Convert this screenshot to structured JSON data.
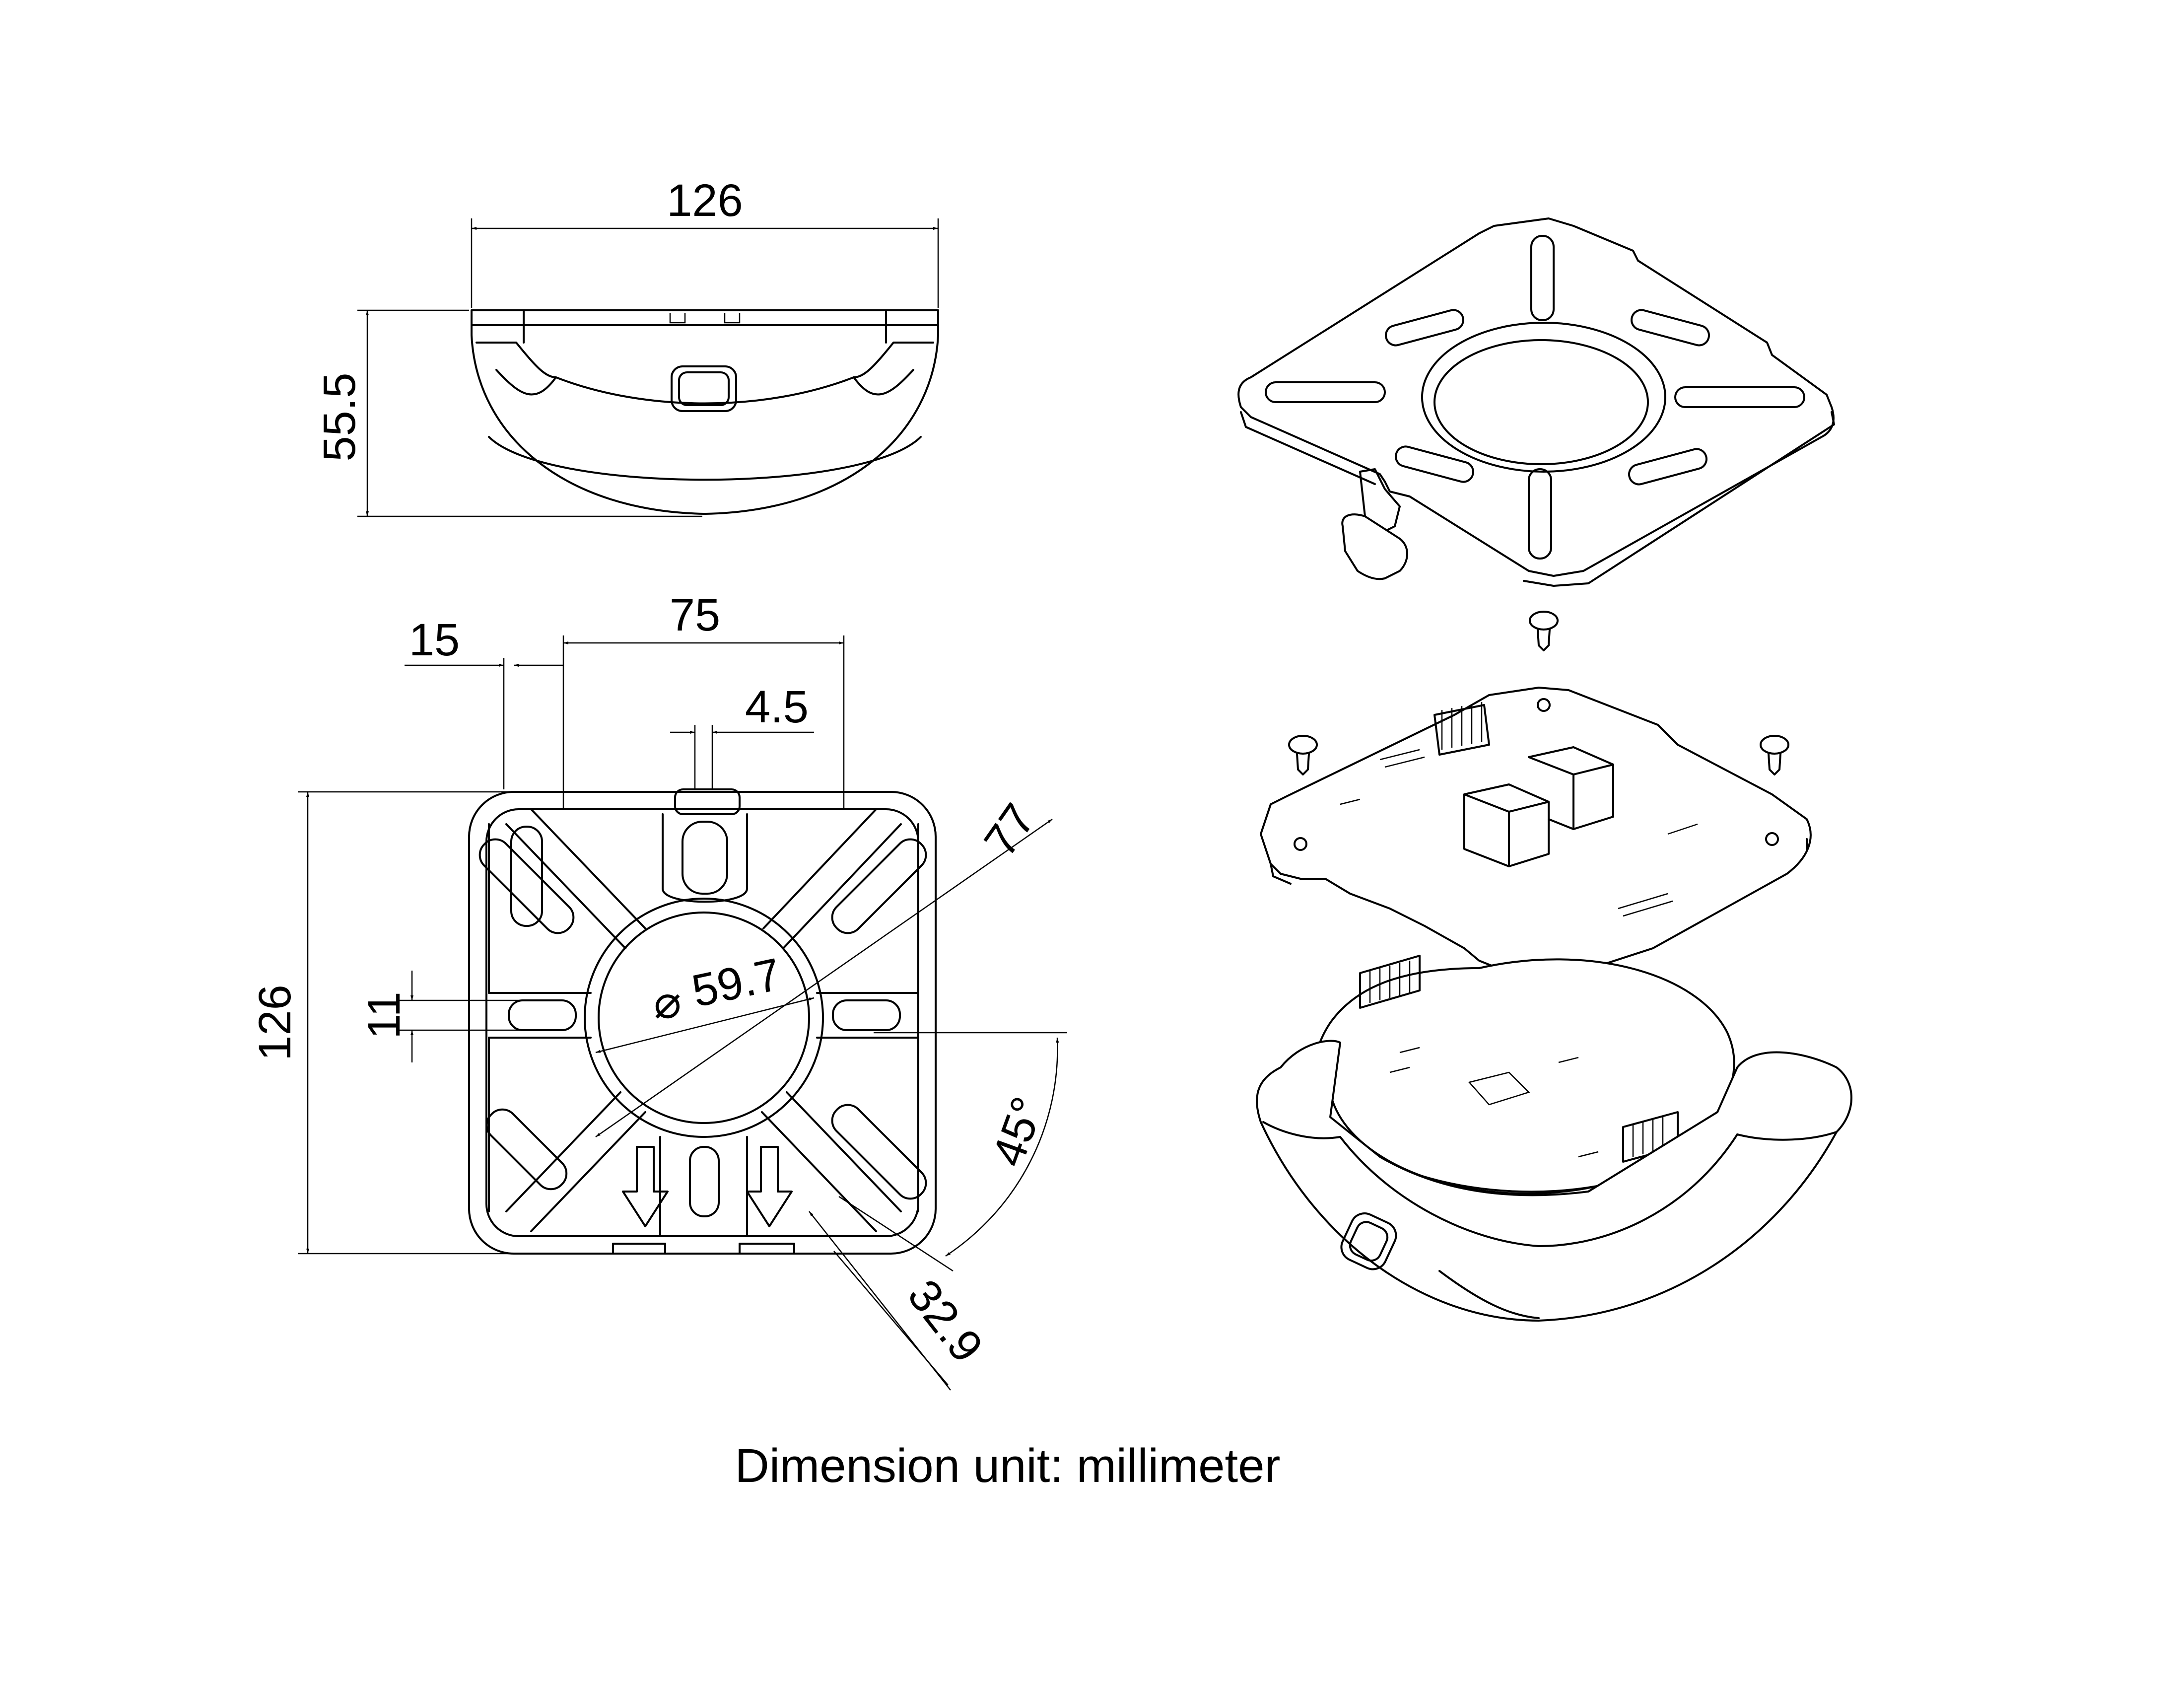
{
  "drawing": {
    "front_view": {
      "width_dim": "126",
      "height_dim": "55.5"
    },
    "bottom_view": {
      "dim_15": "15",
      "dim_75": "75",
      "dim_4_5": "4.5",
      "dim_77": "77",
      "dim_diameter": "59.7",
      "diameter_symbol": "⌀",
      "dim_11": "11",
      "dim_height": "126",
      "dim_angle": "45°",
      "dim_32_9": "32.9"
    },
    "caption": "Dimension unit: millimeter"
  }
}
